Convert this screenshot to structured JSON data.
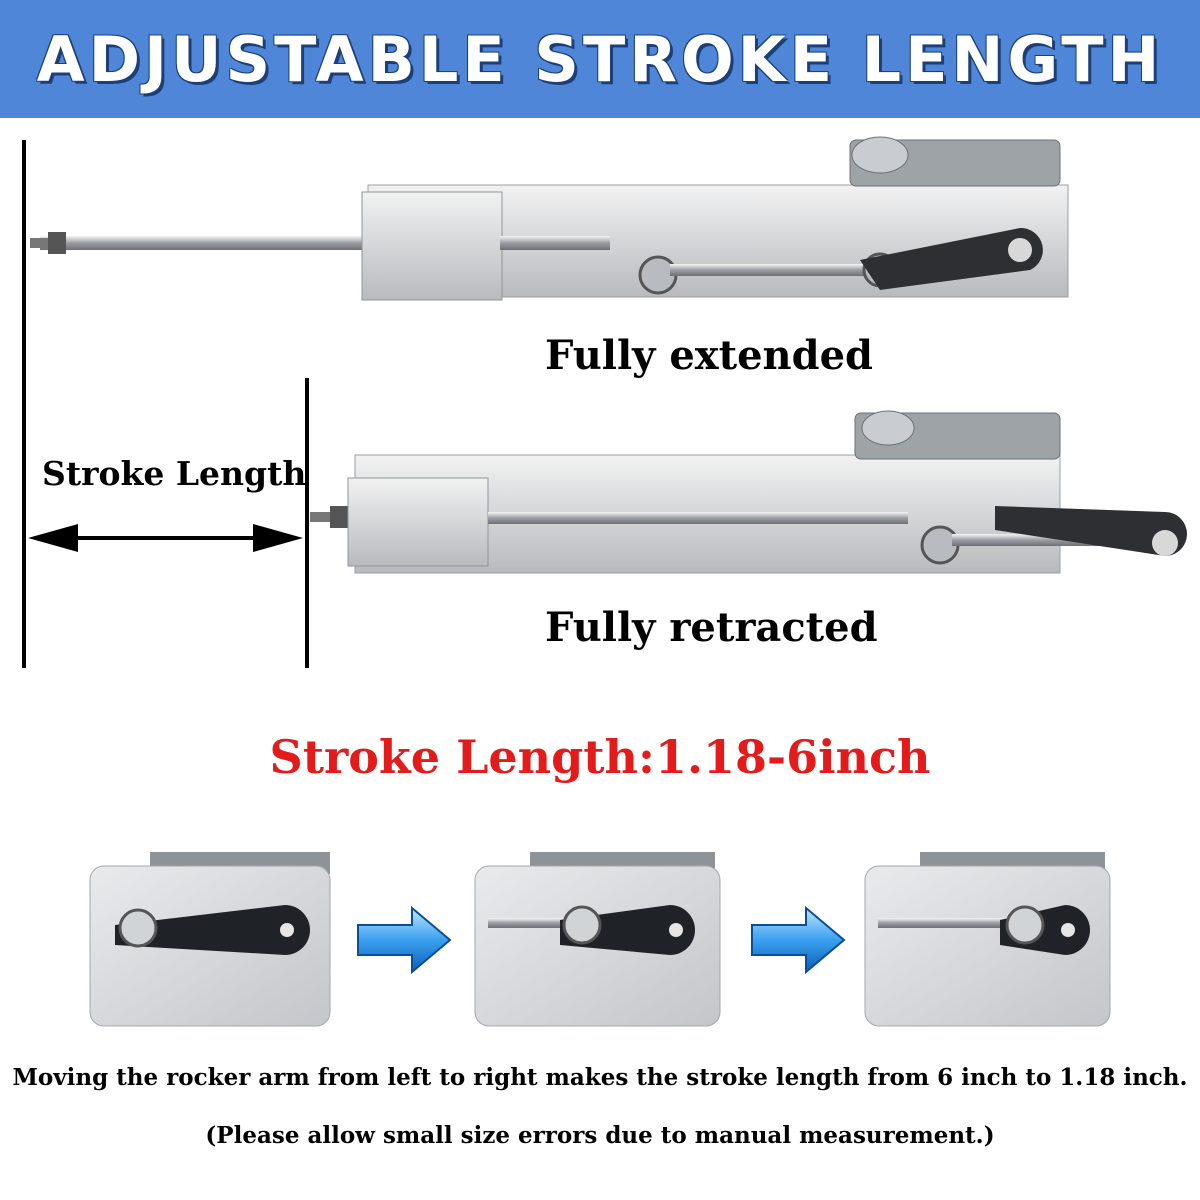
{
  "banner": {
    "title": "ADJUSTABLE STROKE LENGTH",
    "color": "#4f86d8"
  },
  "diagram": {
    "stroke_label": "Stroke Length",
    "extended_caption": "Fully extended",
    "retracted_caption": "Fully retracted"
  },
  "spec": {
    "text": "Stroke Length:1.18-6inch",
    "color": "#e31b1b"
  },
  "steps": {
    "count": 3,
    "arrow_icon": "blue-right-arrow-icon"
  },
  "notes": {
    "line1": "Moving the rocker arm from left to right makes the stroke length from 6 inch to 1.18 inch.",
    "line2": "(Please allow small size errors due to manual measurement.)"
  }
}
